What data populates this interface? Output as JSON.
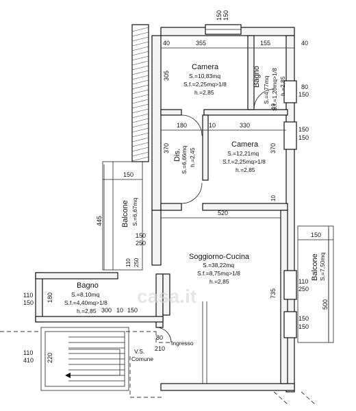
{
  "rooms": {
    "camera1": {
      "name": "Camera",
      "s": "S.=10,83mq",
      "sf": "S.f.=2,25mq>1/8",
      "h": "h.=2,85"
    },
    "bagno1": {
      "name": "Bagno",
      "s": "S.=4,77mq",
      "sf": "S.f.=1,20mq>1/8",
      "h": "h.=2,85"
    },
    "dis": {
      "name": "Dis.",
      "s": "S.=6,66mq",
      "h": "h.=2,45"
    },
    "camera2": {
      "name": "Camera",
      "s": "S.=12,21mq",
      "sf": "S.f.=2,25mq>1/8",
      "h": "h.=2,85"
    },
    "balcone1": {
      "name": "Balcone",
      "s": "S.=6,67mq"
    },
    "soggiorno": {
      "name": "Soggiorno-Cucina",
      "s": "S.=38,22mq",
      "sf": "S.f.=8,75mq>1/8",
      "h": "h.=2,85"
    },
    "balcone2": {
      "name": "Balcone",
      "s": "S.=7,50mq"
    },
    "bagno2": {
      "name": "Bagno",
      "s": "S.=8,10mq",
      "sf": "S.f.=4,40mq>1/8",
      "h": "h.=2,85"
    },
    "vs": {
      "line1": "V.S.",
      "line2": "Comune"
    }
  },
  "labels": {
    "ingresso": "Ingresso",
    "watermark": "casa.it"
  },
  "dims": {
    "top150a": "150",
    "top150b": "150",
    "c40a": "40",
    "c355": "355",
    "c155": "155",
    "c40b": "40",
    "c305": "305",
    "r80": "80",
    "r150a": "150",
    "b10": "10",
    "m180": "180",
    "m10": "10",
    "m330": "330",
    "r150b": "150",
    "r150c": "150",
    "v370a": "370",
    "v370b": "370",
    "d10": "10",
    "bal150": "150",
    "v445": "445",
    "w520": "520",
    "s150": "150",
    "s250": "250",
    "h110": "110",
    "h250": "250",
    "br150": "150",
    "l110": "110",
    "l150": "150",
    "l180": "180",
    "v735": "735",
    "rr110": "110",
    "rr250": "250",
    "v500": "500",
    "b300": "300",
    "b10b": "10",
    "b150": "150",
    "rr150a": "150",
    "rr150b": "150",
    "i80": "80",
    "i210": "210",
    "ll110": "110",
    "ll410": "410",
    "v220": "220"
  }
}
